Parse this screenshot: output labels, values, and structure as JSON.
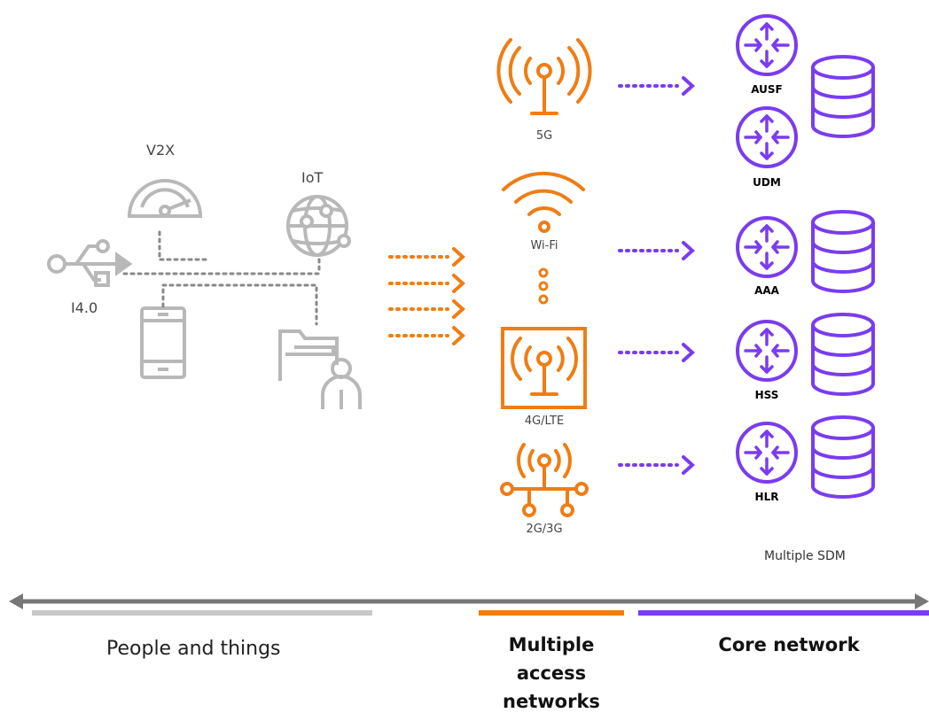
{
  "people_things": {
    "v2x_label": "V2X",
    "iot_label": "IoT",
    "i40_label": "I4.0"
  },
  "access_networks": {
    "g5_label": "5G",
    "wifi_label": "Wi-Fi",
    "lte_label": "4G/LTE",
    "g23_label": "2G/3G"
  },
  "core_network": {
    "nodes": [
      "AUSF",
      "UDM",
      "AAA",
      "HSS",
      "HLR"
    ],
    "multiple_sdm_label": "Multiple SDM"
  },
  "legend": {
    "people_label": "People and things",
    "access_label": "Multiple access networks",
    "core_label": "Core network"
  },
  "colors": {
    "gray": "#b8b8b8",
    "dotted_gray": "#888888",
    "orange": "#ef7d14",
    "purple": "#7a3cf0",
    "axis": "#777777"
  }
}
